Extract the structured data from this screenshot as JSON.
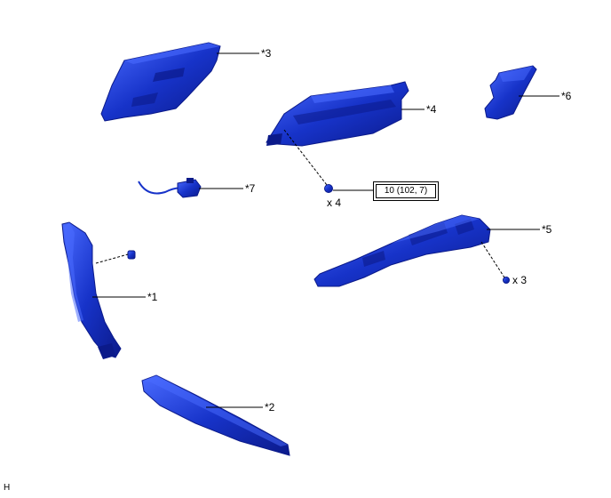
{
  "labels": {
    "p1": "*1",
    "p2": "*2",
    "p3": "*3",
    "p4": "*4",
    "p5": "*5",
    "p6": "*6",
    "p7": "*7"
  },
  "quantities": {
    "clips_a": "x 4",
    "clips_b": "x 3"
  },
  "torque": "10 (102, 7)",
  "corner_code": "H",
  "colors": {
    "part_fill": "#1733c9",
    "part_dark": "#0b1a8a",
    "part_light": "#4a6bff"
  }
}
